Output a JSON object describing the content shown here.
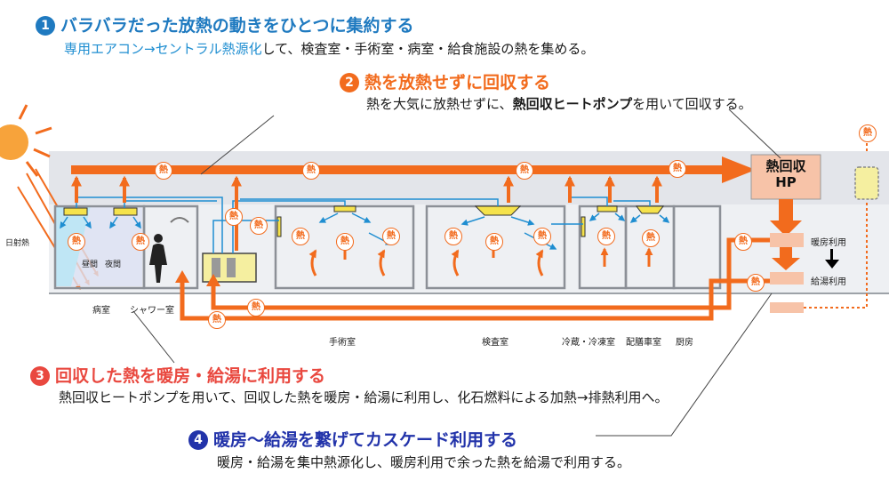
{
  "section1": {
    "number": "1",
    "title": "バラバラだった放熱の動きをひとつに集約する",
    "desc_prefix": "専用エアコン→セントラル熱源化",
    "desc_suffix": "して、検査室・手術室・病室・給食施設の熱を集める。"
  },
  "section2": {
    "number": "2",
    "title": "熱を放熱せずに回収する",
    "desc_prefix": "熱を大気に放熱せずに、",
    "desc_bold": "熱回収ヒートポンプ",
    "desc_suffix": "を用いて回収する。"
  },
  "section3": {
    "number": "3",
    "title": "回収した熱を暖房・給湯に利用する",
    "desc": "熱回収ヒートポンプを用いて、回収した熱を暖房・給湯に利用し、化石燃料による加熱→排熱利用へ。"
  },
  "section4": {
    "number": "4",
    "title": "暖房～給湯を繋げてカスケード利用する",
    "desc": "暖房・給湯を集中熱源化し、暖房利用で余った熱を給湯で利用する。"
  },
  "diagram": {
    "heat_badge": "熱",
    "hp_label_line1": "熱回収",
    "hp_label_line2": "HP",
    "sunlight_label": "日射熱",
    "daytime_label": "昼間",
    "night_label": "夜間",
    "heating_use": "暖房利用",
    "hotwater_use": "給湯利用",
    "rooms": {
      "ward": "病室",
      "shower": "シャワー室",
      "surgery": "手術室",
      "exam": "検査室",
      "fridge": "冷蔵・冷凍室",
      "serving": "配膳車室",
      "kitchen": "厨房"
    }
  },
  "colors": {
    "orange": "#F26B1D",
    "blue_heading": "#1F7AC0",
    "red_heading": "#E9483F",
    "navy_heading": "#2233AA",
    "cyan_link": "#1F8ED1"
  }
}
